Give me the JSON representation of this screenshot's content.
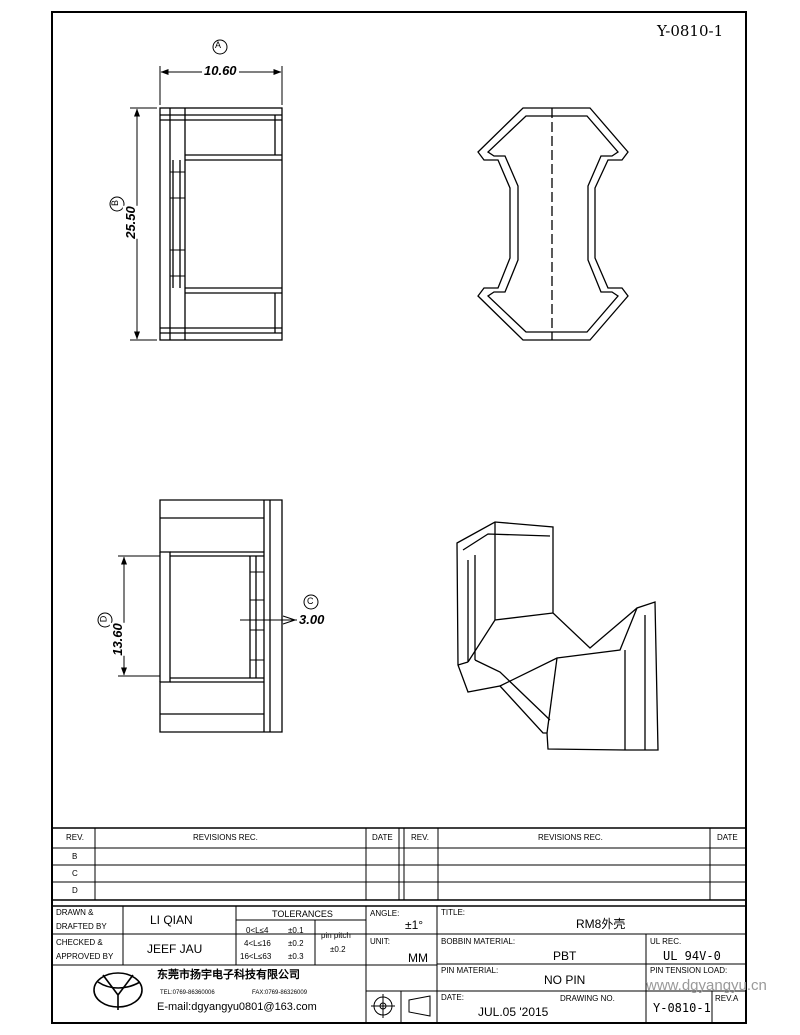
{
  "drawing_id": "Y-0810-1",
  "dimensions": {
    "A": {
      "label": "A",
      "value": "10.60"
    },
    "B": {
      "label": "B",
      "value": "25.50"
    },
    "C": {
      "label": "C",
      "value": "3.00"
    },
    "D": {
      "label": "D",
      "value": "13.60"
    }
  },
  "revisions": {
    "header": {
      "rev": "REV.",
      "rec": "REVISIONS    REC.",
      "date": "DATE"
    },
    "rows": [
      "B",
      "C",
      "D"
    ]
  },
  "title_block": {
    "drawn_label": "DRAWN  &",
    "drafted_label": "DRAFTED  BY",
    "drawn_by": "LI QIAN",
    "checked_label": "CHECKED  &",
    "approved_label": "APPROVED  BY",
    "approved_by": "JEEF JAU",
    "tolerances_label": "TOLERANCES",
    "tolerances": [
      {
        "range": "0<L≤4",
        "tol": "±0.1"
      },
      {
        "range": "4<L≤16",
        "tol": "±0.2"
      },
      {
        "range": "16<L≤63",
        "tol": "±0.3"
      }
    ],
    "pin_pitch_label": "pin pitch",
    "pin_pitch_value": "±0.2",
    "angle_label": "ANGLE:",
    "angle_value": "±1°",
    "unit_label": "UNIT:",
    "unit_value": "MM",
    "title_label": "TITLE:",
    "title_value": "RM8外壳",
    "bobbin_material_label": "BOBBIN MATERIAL:",
    "bobbin_material_value": "PBT",
    "ul_rec_label": "UL REC.",
    "ul_rec_value": "UL 94V-0",
    "pin_material_label": "PIN MATERIAL:",
    "pin_material_value": "NO PIN",
    "pin_tension_label": "PIN TENSION LOAD:",
    "date_label": "DATE:",
    "date_value": "JUL.05 '2015",
    "drawing_no_label": "DRAWING NO.",
    "drawing_no_value": "Y-0810-1",
    "rev_label": "REV.A",
    "company_name": "东莞市扬宇电子科技有限公司",
    "company_tel": "TEL:0769-86360006",
    "company_fax": "FAX:0769-86326009",
    "company_email": "E-mail:dgyangyu0801@163.com"
  },
  "watermark": "www.dgyangyu.cn"
}
